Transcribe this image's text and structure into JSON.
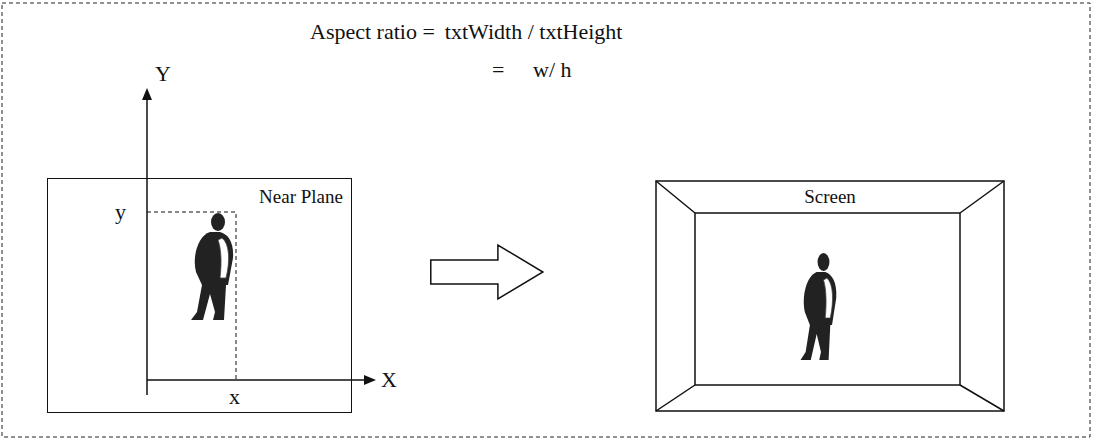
{
  "diagram": {
    "nodes": [
      {
        "text": [
          "Near Plane"
        ]
      },
      {
        "text": [
          "Screen"
        ]
      }
    ],
    "edges": [
      {
        "from": 0,
        "to": 1,
        "arrow": "to"
      }
    ],
    "labels": [
      "Aspect ratio =",
      "txtWidth / txtHeight",
      "=",
      "w/ h",
      "Y",
      "X",
      "y",
      "x"
    ]
  }
}
